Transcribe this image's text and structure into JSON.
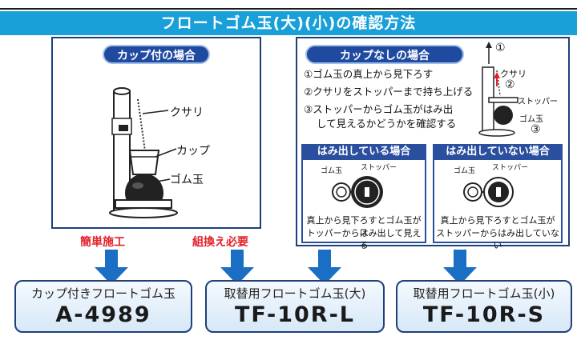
{
  "title": "フロートゴム玉(大)(小)の確認方法",
  "left_panel": {
    "heading": "カップ付の場合",
    "labels": {
      "chain": "クサリ",
      "cup": "カップ",
      "ball": "ゴム玉"
    }
  },
  "right_panel": {
    "heading": "カップなしの場合",
    "steps": [
      "①ゴム玉の真上から見下ろす",
      "②クサリをストッパーまで持ち上げる",
      "③ストッパーからゴム玉がはみ出",
      "して見えるかどうかを確認する"
    ],
    "diagram_labels": {
      "n1": "①",
      "chain": "クサリ",
      "n2": "②",
      "stopper": "ストッパー",
      "ball": "ゴム玉",
      "n3": "③"
    },
    "case_protruding": {
      "heading": "はみ出している場合",
      "ball": "ゴム玉",
      "stopper": "ストッパー",
      "desc1": "真上から見下ろすとゴム玉がス",
      "desc2": "トッパーからはみ出して見える"
    },
    "case_not_protruding": {
      "heading": "はみ出していない場合",
      "ball": "ゴム玉",
      "stopper": "ストッパー",
      "desc1": "真上から見下ろすとゴム玉が",
      "desc2": "ストッパーからはみ出していない"
    }
  },
  "notes": {
    "easy": "簡単施工",
    "reassembly": "組換え必要"
  },
  "products": [
    {
      "name": "カップ付きフロートゴム玉",
      "code": "A-4989"
    },
    {
      "name": "取替用フロートゴム玉(大)",
      "code": "TF-10R-L"
    },
    {
      "name": "取替用フロートゴム玉(小)",
      "code": "TF-10R-S"
    }
  ],
  "colors": {
    "banner": "#1aa0d8",
    "navy": "#1f3f7a",
    "pill": "#1f4aa0",
    "arrow": "#1a6fc4",
    "red": "#e3202a"
  }
}
